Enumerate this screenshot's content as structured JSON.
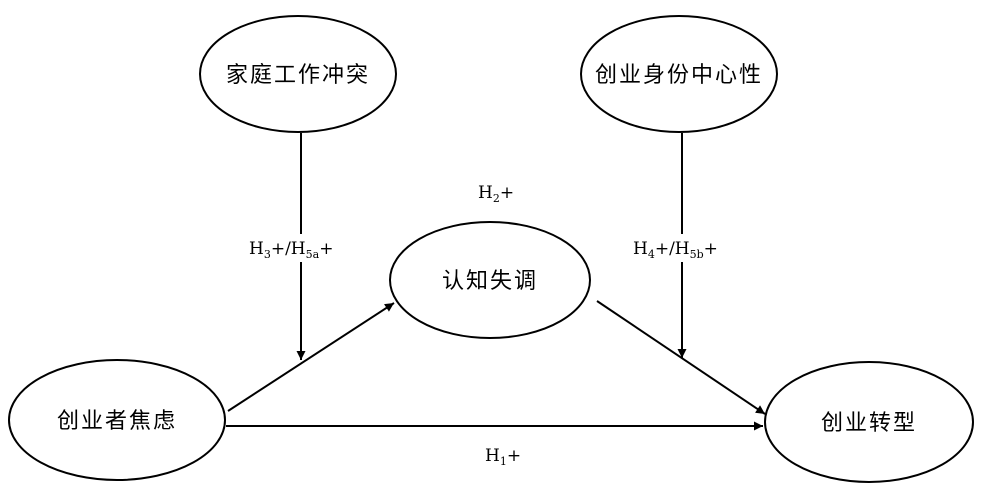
{
  "nodes": {
    "family_conflict": "家庭工作冲突",
    "identity_centrality": "创业身份中心性",
    "cognitive_dissonance": "认知失调",
    "entrepreneur_anxiety": "创业者焦虑",
    "entrepreneurial_transformation": "创业转型"
  },
  "hypotheses": {
    "h1": {
      "main": "H",
      "sub": "1",
      "sign": "+"
    },
    "h2": {
      "main": "H",
      "sub": "2",
      "sign": "+"
    },
    "h3_h5a": {
      "a": "H",
      "a_sub": "3",
      "mid": "+/H",
      "b_sub": "5a",
      "sign": "+"
    },
    "h4_h5b": {
      "a": "H",
      "a_sub": "4",
      "mid": "+/H",
      "b_sub": "5b",
      "sign": "+"
    }
  },
  "colors": {
    "stroke": "#000000",
    "background": "#ffffff"
  }
}
